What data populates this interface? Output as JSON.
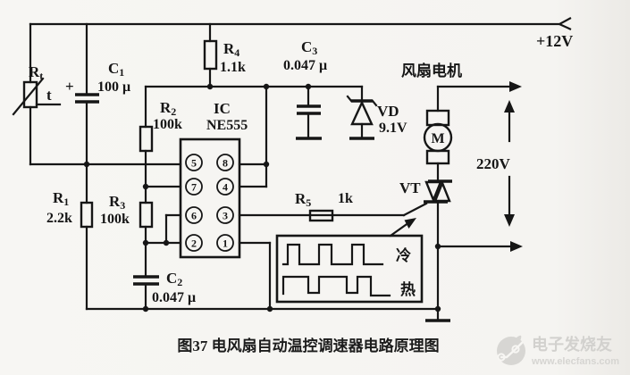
{
  "figure": {
    "caption": "图37 电风扇自动温控调速器电路原理图"
  },
  "power": {
    "supply_label": "+12V",
    "mains_label": "220V",
    "fan_motor_label": "风扇电机",
    "motor_letter": "M"
  },
  "components": {
    "rt": {
      "sym": "R",
      "sub": "t",
      "temp_mark": "t"
    },
    "c1": {
      "sym": "C",
      "sub": "1",
      "value": "100 μ",
      "polarity": "+"
    },
    "r1": {
      "sym": "R",
      "sub": "1",
      "value": "2.2k"
    },
    "r2": {
      "sym": "R",
      "sub": "2",
      "value": "100k"
    },
    "r3": {
      "sym": "R",
      "sub": "3",
      "value": "100k"
    },
    "r4": {
      "sym": "R",
      "sub": "4",
      "value": "1.1k"
    },
    "r5": {
      "sym": "R",
      "sub": "5",
      "value": "1k"
    },
    "c2": {
      "sym": "C",
      "sub": "2",
      "value": "0.047 μ"
    },
    "c3": {
      "sym": "C",
      "sub": "3",
      "value": "0.047 μ"
    },
    "ic": {
      "prefix": "IC",
      "part": "NE555"
    },
    "vd": {
      "name": "VD",
      "value": "9.1V"
    },
    "vt": {
      "name": "VT"
    }
  },
  "ic_pins": [
    "5",
    "8",
    "7",
    "4",
    "6",
    "3",
    "2",
    "1"
  ],
  "waveforms": {
    "cold_label": "冷",
    "hot_label": "热"
  },
  "watermark": {
    "brand": "电子发烧友",
    "url": "www.elecfans.com"
  },
  "colors": {
    "ink": "#161616",
    "paper": "#f5f4f1",
    "watermark": "#d2d1ce"
  }
}
